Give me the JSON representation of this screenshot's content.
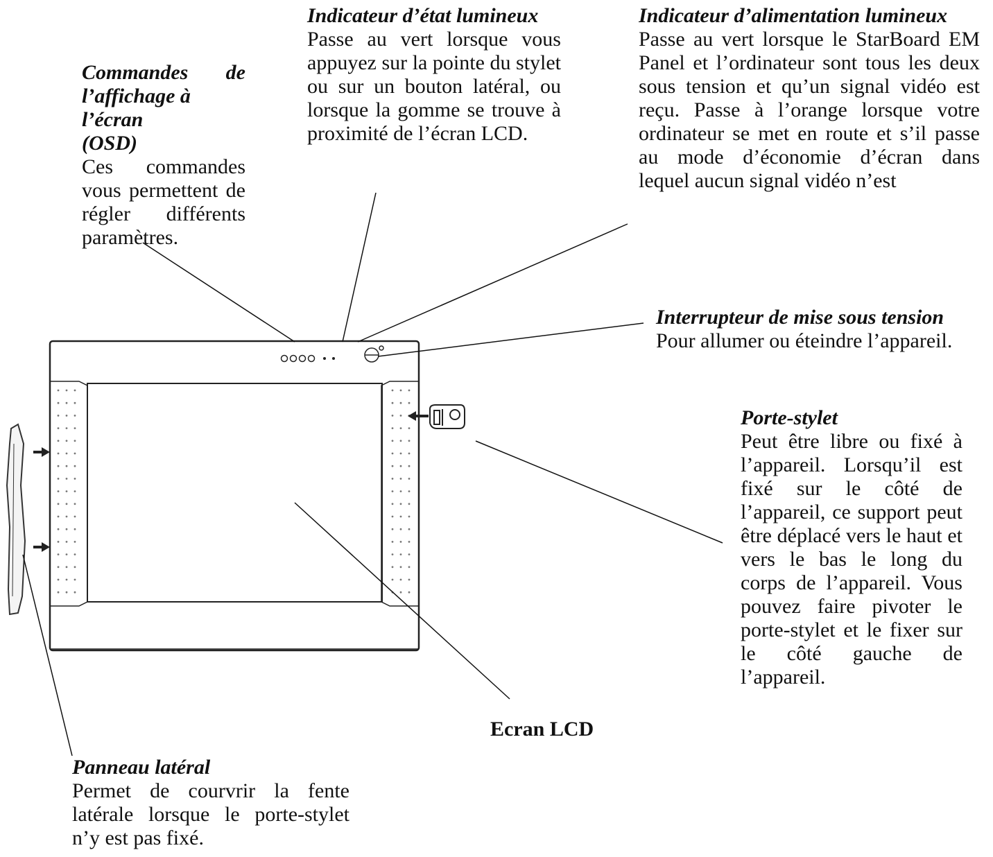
{
  "callouts": {
    "osd": {
      "title_line1": "Commandes",
      "title_line1_end": "de",
      "title_line2": "l’affichage à l’écran",
      "title_line3": "(OSD)",
      "body": "Ces commandes vous permettent de régler différents paramètres."
    },
    "status_led": {
      "title": "Indicateur d’état lumineux",
      "body": "Passe au vert lorsque vous appuyez sur la pointe du stylet ou sur un bouton latéral, ou lorsque la gomme se trouve à proximité de l’écran LCD."
    },
    "power_led": {
      "title": "Indicateur d’alimentation lumineux",
      "body": "Passe au vert lorsque le StarBoard EM Panel et l’ordinateur sont tous les deux sous tension et qu’un signal vidéo est reçu. Passe à l’orange lorsque votre ordinateur se met en route et s’il passe au mode d’économie d’écran dans lequel aucun signal vidéo n’est"
    },
    "power_switch": {
      "title": "Interrupteur de mise sous tension",
      "body": "Pour allumer ou éteindre l’appareil."
    },
    "pen_holder": {
      "title": "Porte-stylet",
      "body": "Peut être libre ou fixé à l’appareil. Lorsqu’il est fixé sur le côté de l’appareil, ce support peut être déplacé vers le haut et vers le bas le long du corps de l’appareil. Vous pouvez faire pivoter le porte-stylet et le fixer sur le côté gauche de l’appareil."
    },
    "side_panel": {
      "title": "Panneau latéral",
      "body": "Permet de courvrir la fente latérale lorsque le porte-stylet n’y est pas fixé."
    },
    "lcd": {
      "label": "Ecran LCD"
    }
  },
  "icons": {
    "osd_buttons": "osd-button-icon",
    "status_led": "status-led-icon",
    "power_button": "power-button-icon",
    "pen_holder": "pen-holder-icon",
    "side_panel": "side-panel-icon",
    "arrow": "arrow-icon"
  }
}
